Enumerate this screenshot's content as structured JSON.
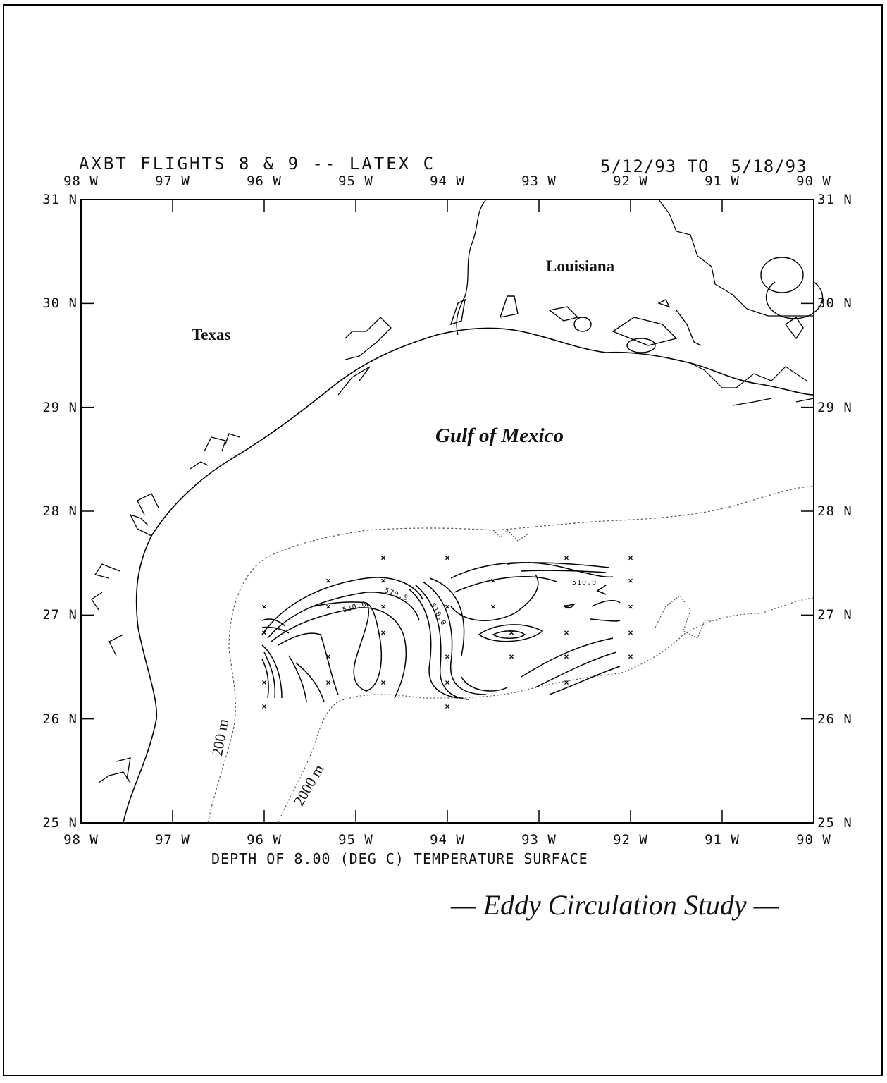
{
  "header": {
    "title": "AXBT FLIGHTS 8 & 9 -- LATEX C",
    "date_range": "5/12/93 TO  5/18/93"
  },
  "axes": {
    "x_label": "DEPTH OF 8.00 (DEG C) TEMPERATURE SURFACE",
    "lon_ticks": [
      "98 W",
      "97 W",
      "96 W",
      "95 W",
      "94 W",
      "93 W",
      "92 W",
      "91 W",
      "90 W"
    ],
    "lat_ticks_left": [
      "31 N",
      "30 N",
      "29 N",
      "28 N",
      "27 N",
      "26 N",
      "25 N"
    ],
    "lat_ticks_right": [
      "31 N",
      "30 N",
      "29 N",
      "28 N",
      "27 N",
      "26 N",
      "25 N"
    ],
    "lon_range": [
      98,
      90
    ],
    "lat_range": [
      25,
      31
    ]
  },
  "map_labels": {
    "texas": "Texas",
    "louisiana": "Louisiana",
    "gulf": "Gulf of Mexico",
    "isobath_200": "200 m",
    "isobath_2000": "2000 m"
  },
  "contour_labels": [
    "530.0",
    "570.0",
    "510.0",
    "510.0"
  ],
  "caption": "— Eddy Circulation Study —",
  "stations": [
    [
      94.0,
      27.55
    ],
    [
      92.7,
      27.55
    ],
    [
      92.0,
      27.55
    ],
    [
      94.7,
      27.55
    ],
    [
      95.3,
      27.33
    ],
    [
      94.7,
      27.33
    ],
    [
      93.5,
      27.33
    ],
    [
      92.0,
      27.33
    ],
    [
      96.0,
      27.08
    ],
    [
      95.3,
      27.08
    ],
    [
      94.7,
      27.08
    ],
    [
      94.0,
      27.08
    ],
    [
      93.5,
      27.08
    ],
    [
      92.7,
      27.08
    ],
    [
      92.0,
      27.08
    ],
    [
      96.0,
      26.83
    ],
    [
      94.7,
      26.83
    ],
    [
      93.3,
      26.83
    ],
    [
      92.7,
      26.83
    ],
    [
      92.0,
      26.83
    ],
    [
      95.3,
      26.6
    ],
    [
      94.0,
      26.6
    ],
    [
      93.3,
      26.6
    ],
    [
      92.7,
      26.6
    ],
    [
      92.0,
      26.6
    ],
    [
      96.0,
      26.35
    ],
    [
      95.3,
      26.35
    ],
    [
      94.7,
      26.35
    ],
    [
      94.0,
      26.35
    ],
    [
      92.7,
      26.35
    ],
    [
      96.0,
      26.12
    ],
    [
      94.0,
      26.12
    ]
  ]
}
